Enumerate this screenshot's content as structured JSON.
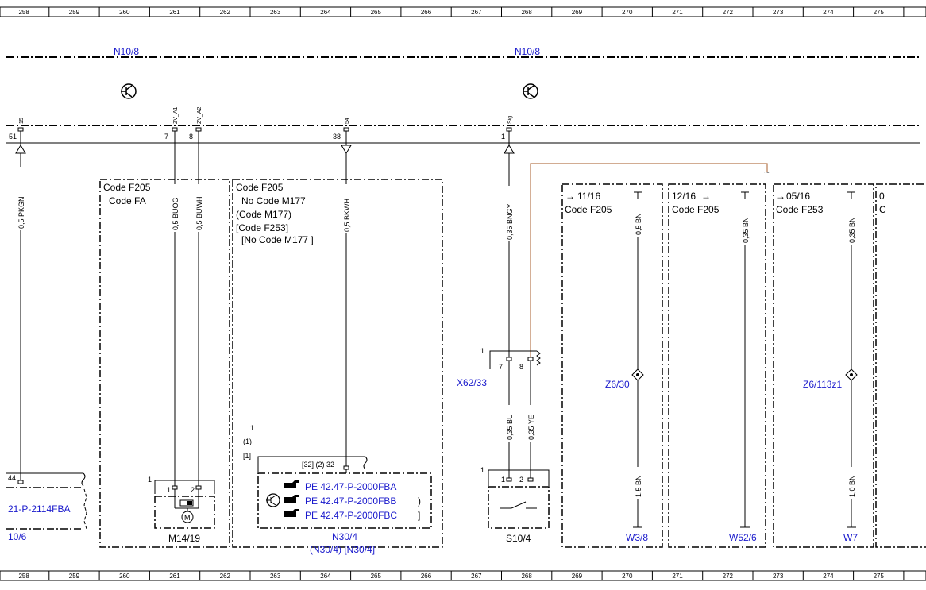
{
  "grid": [
    "258",
    "259",
    "260",
    "261",
    "262",
    "263",
    "264",
    "265",
    "266",
    "267",
    "268",
    "269",
    "270",
    "271",
    "272",
    "273",
    "274",
    "275"
  ],
  "headers": {
    "left_module": "N10/8",
    "right_module": "N10/8"
  },
  "pins": {
    "p51": {
      "num": "51",
      "label": "15"
    },
    "p7": {
      "num": "7",
      "label": "ZV_A1"
    },
    "p8": {
      "num": "8",
      "label": "ZV_A2"
    },
    "p38": {
      "num": "38",
      "label": "54"
    },
    "p1": {
      "num": "1",
      "label": "Sig"
    }
  },
  "wires": {
    "pkgn": "0,5 PKGN",
    "buog": "0,5 BUOG",
    "buwh": "0,5 BUWH",
    "bkwh": "0,5 BKWH",
    "bngy": "0,35 BNGY",
    "bu": "0,35 BU",
    "ye": "0,35 YE",
    "bn_a": "0,5 BN",
    "bn_b": "0,35 BN",
    "bn_c": "0,35 BN",
    "bn_d": "1,5 BN",
    "bn_e": "1,0 BN"
  },
  "boxes": {
    "b1": {
      "l1": "Code F205",
      "l2": "Code FA"
    },
    "b2": {
      "l1": "Code F205",
      "l2": "No Code M177",
      "l3": "(Code M177)",
      "l4": "[Code F253]",
      "l5": "[No Code M177 ]"
    },
    "b3": {
      "ref": "11/16",
      "code": "Code F205"
    },
    "b4": {
      "ref": "12/16",
      "code": "Code F205"
    },
    "b5": {
      "ref": "05/16",
      "code": "Code F253"
    },
    "b6": {
      "ref": "0",
      "code": "C"
    }
  },
  "components": {
    "left_pin": "44",
    "left_ref": "21-P-2114FBA",
    "left_code": "10/6",
    "m1419": "M14/19",
    "m_pin_a": "1",
    "m_pin_b": "2",
    "m_conn": "1",
    "n304": "N30/4",
    "n304_sub": "(N30/4) [N30/4]",
    "n304_conn": "1",
    "n304_conn_b": "(1)",
    "n304_conn_c": "[1]",
    "n304_pin": "[32]  (2)  32",
    "pe1": "PE 42.47-P-2000FBA",
    "pe2": "PE 42.47-P-2000FBB",
    "pe3": "PE 42.47-P-2000FBC",
    "pe2_br": ")",
    "pe3_br": "]",
    "x6233": "X62/33",
    "x_conn": "1",
    "x_pin_a": "7",
    "x_pin_b": "8",
    "s104": "S10/4",
    "s_conn": "1",
    "s_pin_a": "1",
    "s_pin_b": "2",
    "z630": "Z6/30",
    "z6113": "Z6/113z1",
    "w38": "W3/8",
    "w526": "W52/6",
    "w7": "W7"
  },
  "colors": {
    "label": "#1a1acc",
    "shield_wire": "#b87a50"
  }
}
